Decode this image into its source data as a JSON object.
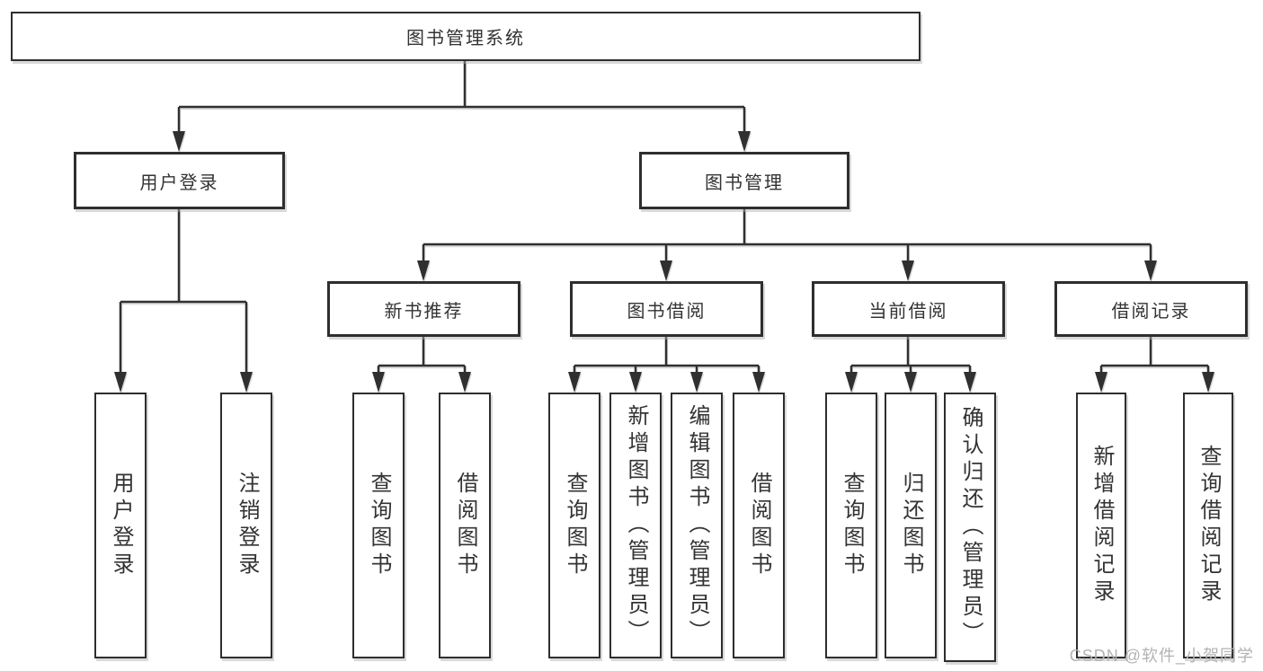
{
  "tree": {
    "root": {
      "label": "图书管理系统"
    },
    "branches": [
      {
        "label": "用户登录",
        "children": [
          {
            "label": "用户登录"
          },
          {
            "label": "注销登录"
          }
        ]
      },
      {
        "label": "图书管理",
        "children": [
          {
            "label": "新书推荐",
            "children": [
              {
                "label": "查询图书"
              },
              {
                "label": "借阅图书"
              }
            ]
          },
          {
            "label": "图书借阅",
            "children": [
              {
                "label": "查询图书"
              },
              {
                "label": "新增图书（管理员）"
              },
              {
                "label": "编辑图书（管理员）"
              },
              {
                "label": "借阅图书"
              }
            ]
          },
          {
            "label": "当前借阅",
            "children": [
              {
                "label": "查询图书"
              },
              {
                "label": "归还图书"
              },
              {
                "label": "确认归还（管理员）"
              }
            ]
          },
          {
            "label": "借阅记录",
            "children": [
              {
                "label": "新增借阅记录"
              },
              {
                "label": "查询借阅记录"
              }
            ]
          }
        ]
      }
    ]
  },
  "watermark": "CSDN @软件_小贺同学",
  "colors": {
    "line": "#303030",
    "box_border": "#2e2e2e",
    "text": "#333333",
    "background": "#ffffff",
    "watermark": "#b3b3b3"
  }
}
